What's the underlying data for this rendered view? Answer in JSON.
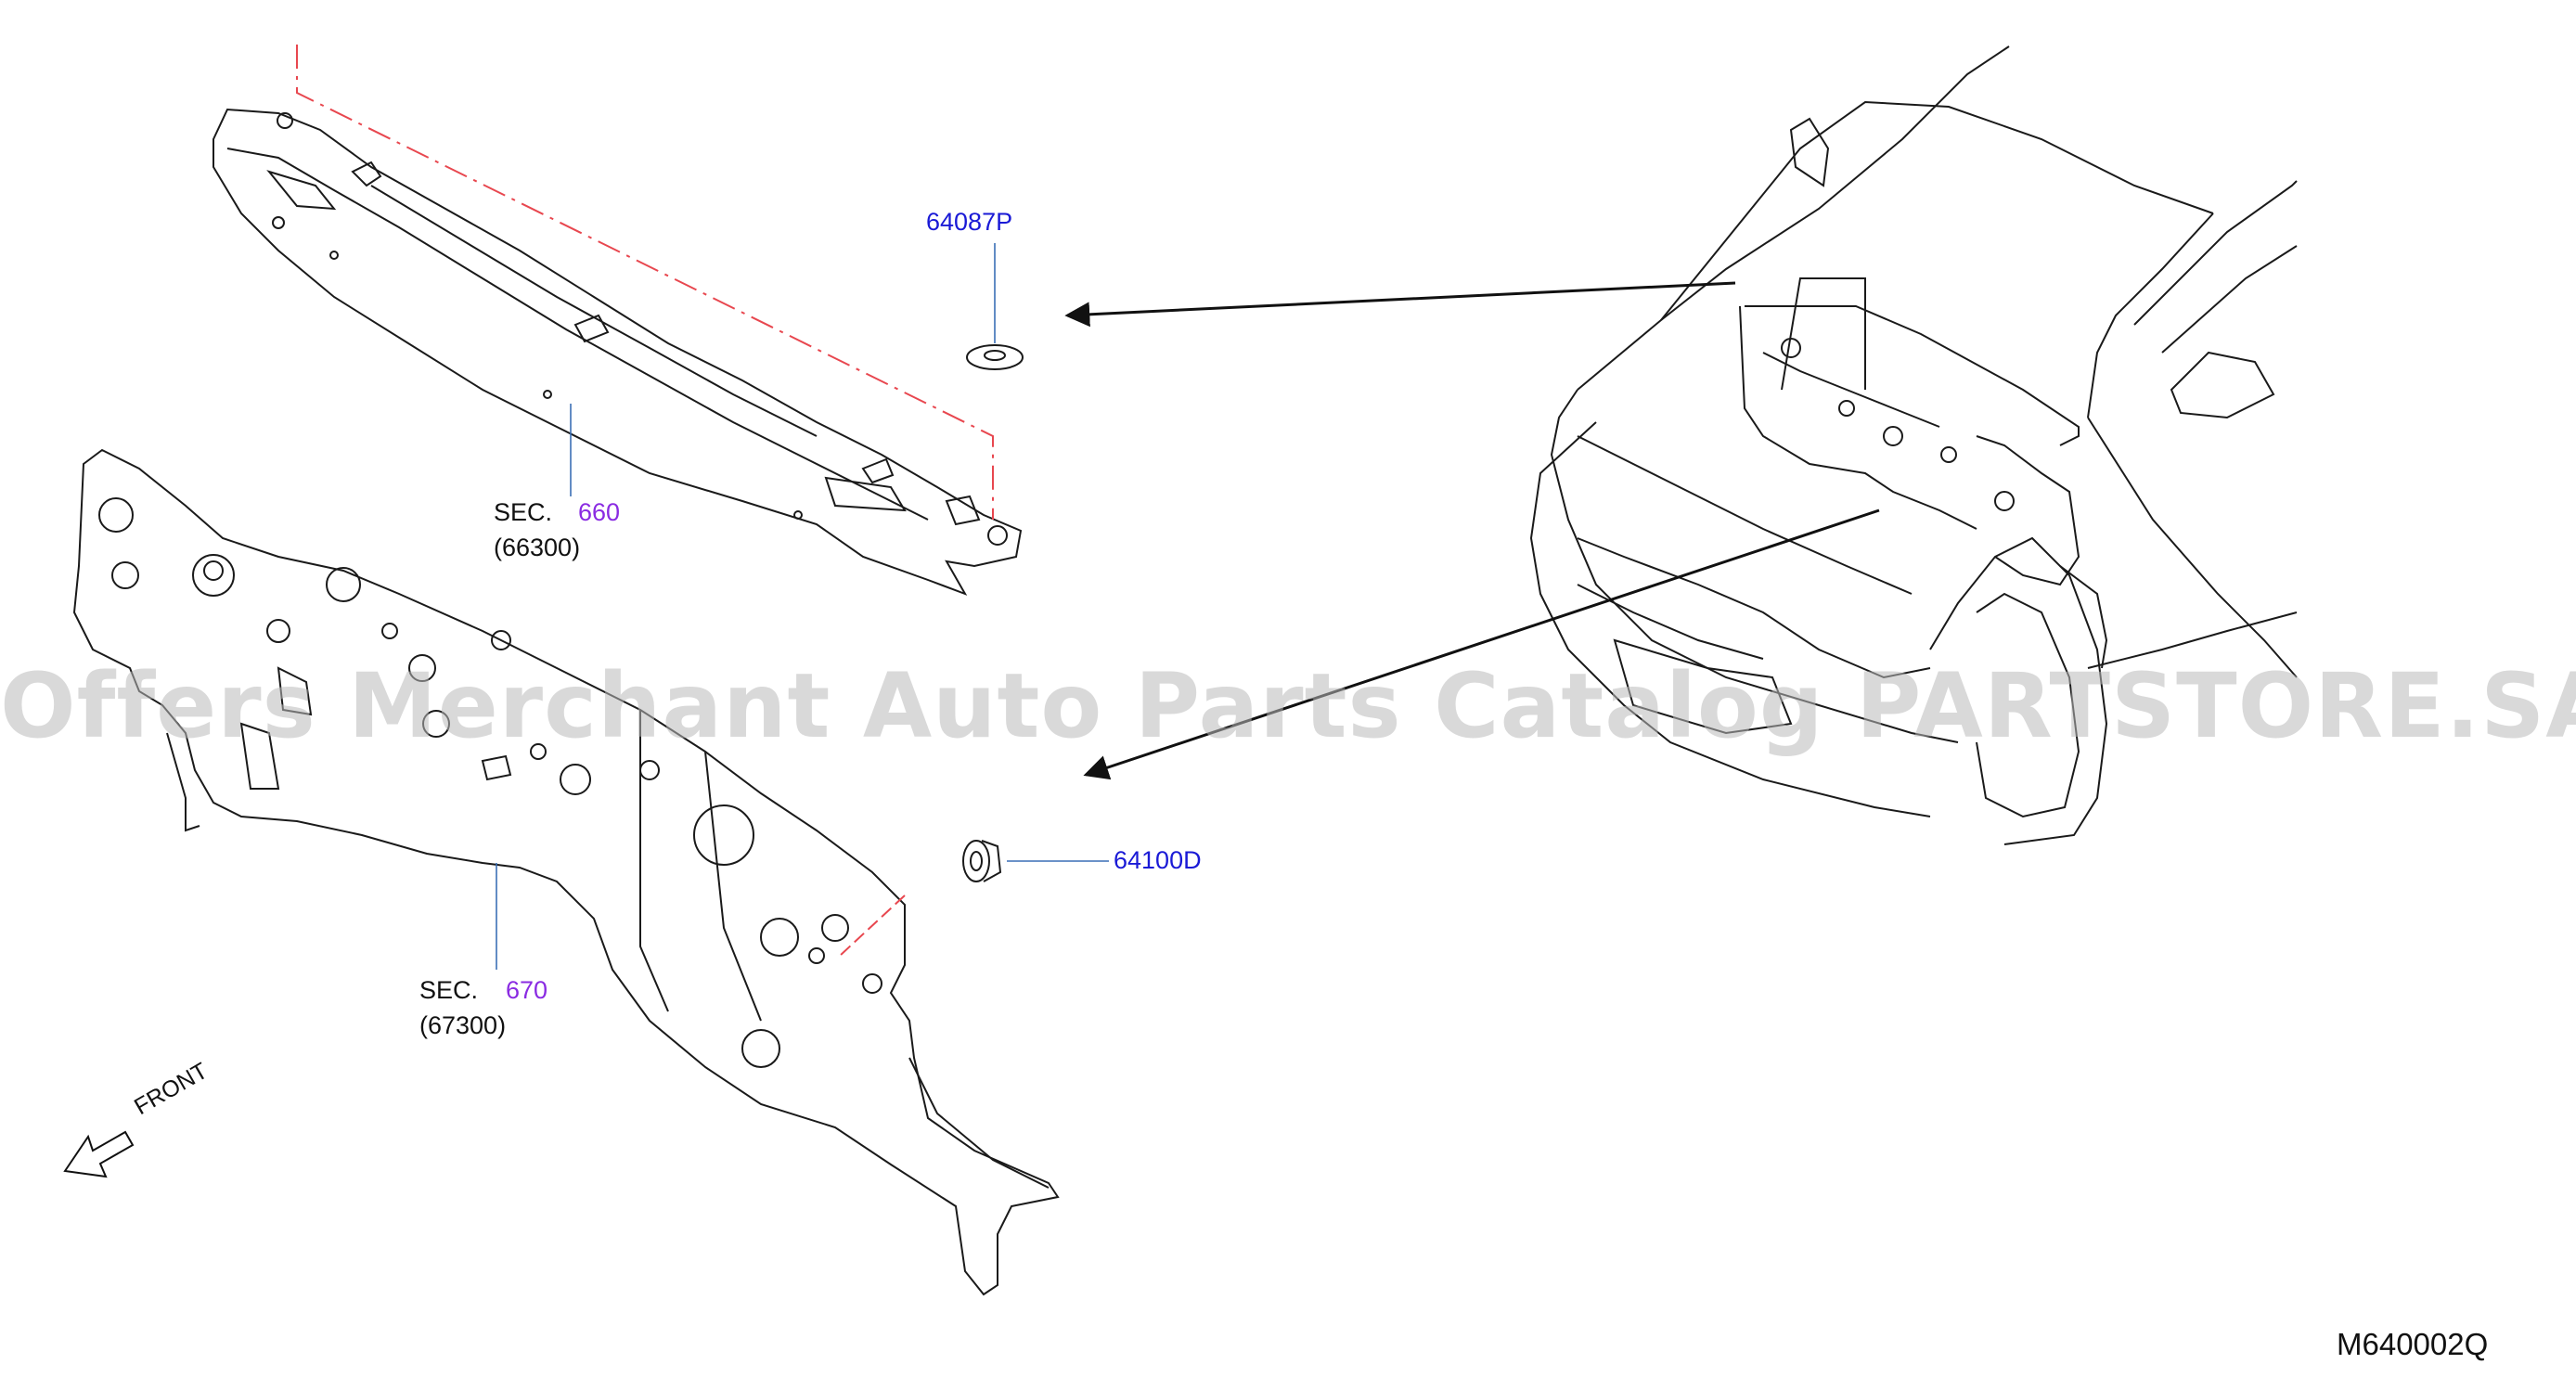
{
  "labels": {
    "part_64087p": "64087P",
    "part_64100d": "64100D",
    "sec_prefix": "SEC.",
    "sec_660": "660",
    "ref_66300": "(66300)",
    "sec_670": "670",
    "ref_67300": "(67300)",
    "front": "FRONT",
    "diagram_code": "M640002Q"
  },
  "watermark": "Offers Merchant Auto Parts Catalog PARTSTORE.SA",
  "colors": {
    "line": "#1a1a1a",
    "part_number": "#1a1ad6",
    "section_number": "#8a2be2",
    "dash_dot": "#e8474f",
    "leader": "#3a6fb5"
  }
}
